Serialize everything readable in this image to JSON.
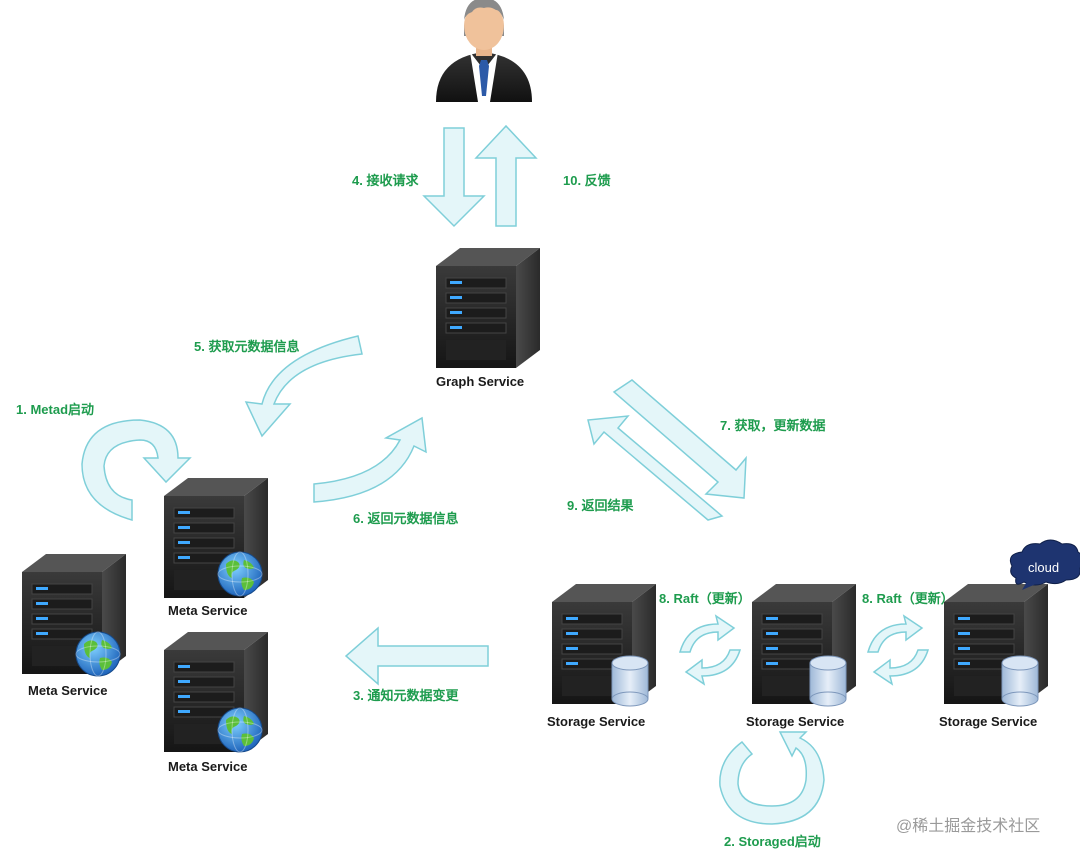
{
  "services": {
    "graph": "Graph Service",
    "meta_left": "Meta Service",
    "meta_top": "Meta Service",
    "meta_bottom": "Meta Service",
    "storage_left": "Storage Service",
    "storage_mid": "Storage Service",
    "storage_right": "Storage Service"
  },
  "steps": {
    "s1": "1. Metad启动",
    "s2": "2. Storaged启动",
    "s3": "3. 通知元数据变更",
    "s4": "4. 接收请求",
    "s5": "5. 获取元数据信息",
    "s6": "6. 返回元数据信息",
    "s7": "7. 获取，更新数据",
    "s8a": "8. Raft（更新）",
    "s8b": "8. Raft（更新）",
    "s9": "9. 返回结果",
    "s10": "10. 反馈"
  },
  "cloud_label": "cloud",
  "watermark": "@稀土掘金技术社区",
  "icons": {
    "user": "businessman-icon",
    "server": "server-tower-icon",
    "globe": "globe-icon",
    "database": "database-cylinder-icon",
    "cloud": "speech-cloud-icon"
  },
  "colors": {
    "arrow_fill": "#e4f6f9",
    "arrow_stroke": "#7fcfd9",
    "label_green": "#1e9c4e",
    "server_dark": "#2b2b2b"
  }
}
